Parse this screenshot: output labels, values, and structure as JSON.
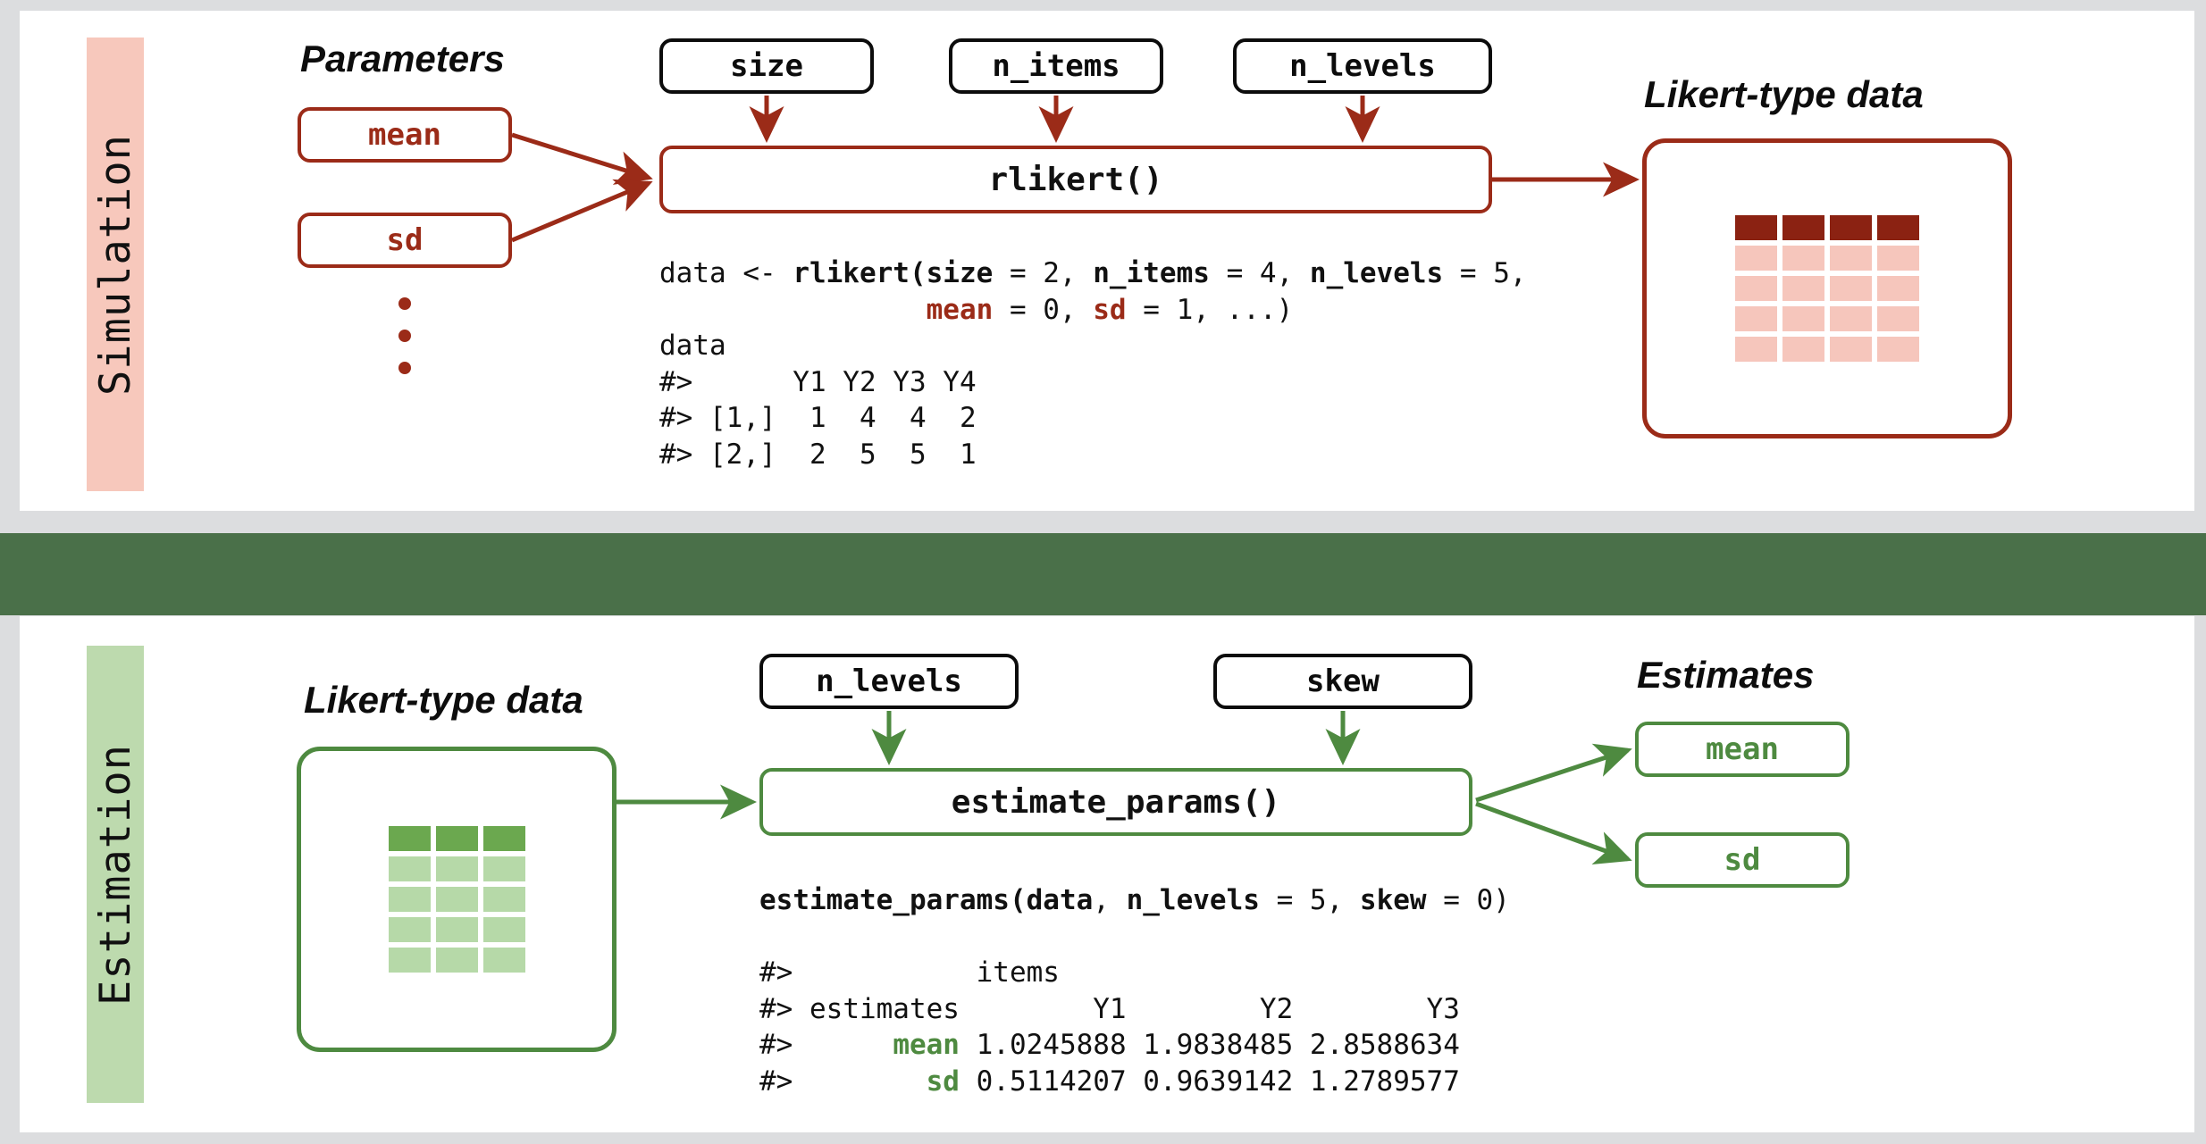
{
  "theme": {
    "page_bg": "#dcdddf",
    "panel_bg": "#ffffff",
    "band_green": "#4a7049",
    "sim_accent": "#9b2b18",
    "sim_tab_bg": "#f7c8bc",
    "sim_cell_dark": "#8b2212",
    "sim_cell_light": "#f6c6bc",
    "est_accent": "#4e8a40",
    "est_tab_bg": "#bddaae",
    "est_cell_dark": "#6ba84f",
    "est_cell_light": "#b6d9a8",
    "box_black": "#0c0c0c"
  },
  "simulation": {
    "tab_label": "Simulation",
    "parameters_heading": "Parameters",
    "param_boxes": [
      {
        "label": "mean"
      },
      {
        "label": "sd"
      }
    ],
    "ellipsis_dots": 3,
    "argument_boxes": [
      {
        "label": "size"
      },
      {
        "label": "n_items"
      },
      {
        "label": "n_levels"
      }
    ],
    "function_box": {
      "label": "rlikert()"
    },
    "output_heading": "Likert-type data",
    "grid": {
      "columns": 4,
      "rows": 5,
      "header_row": 1
    },
    "code": {
      "line1_pre": "data <- ",
      "line1_fn": "rlikert(",
      "line1_arg1": "size",
      "line1_val1": " = 2, ",
      "line1_arg2": "n_items",
      "line1_val2": " = 4, ",
      "line1_arg3": "n_levels",
      "line1_val3": " = 5,",
      "line2_indent": "                ",
      "line2_arg1": "mean",
      "line2_val1": " = 0, ",
      "line2_arg2": "sd",
      "line2_val2": " = 1, ...)",
      "line3": "data",
      "line4": "#>      Y1 Y2 Y3 Y4",
      "line5": "#> [1,]  1  4  4  2",
      "line6": "#> [2,]  2  5  5  1"
    },
    "output_table": {
      "columns": [
        "Y1",
        "Y2",
        "Y3",
        "Y4"
      ],
      "rows": [
        {
          "name": "[1,]",
          "values": [
            1,
            4,
            4,
            2
          ]
        },
        {
          "name": "[2,]",
          "values": [
            2,
            5,
            5,
            1
          ]
        }
      ]
    }
  },
  "estimation": {
    "tab_label": "Estimation",
    "input_heading": "Likert-type data",
    "grid": {
      "columns": 3,
      "rows": 5,
      "header_row": 1
    },
    "argument_boxes": [
      {
        "label": "n_levels"
      },
      {
        "label": "skew"
      }
    ],
    "function_box": {
      "label": "estimate_params()"
    },
    "estimates_heading": "Estimates",
    "estimate_boxes": [
      {
        "label": "mean"
      },
      {
        "label": "sd"
      }
    ],
    "code": {
      "call_fn": "estimate_params(",
      "call_arg_data": "data",
      "call_mid": ", ",
      "call_arg1": "n_levels",
      "call_val1": " = 5, ",
      "call_arg2": "skew",
      "call_val2": " = 0)",
      "line_items": "#>           items",
      "line_header": "#> estimates        Y1        Y2        Y3",
      "line_mean_pre": "#>      ",
      "line_mean_kw": "mean",
      "line_mean_vals": " 1.0245888 1.9838485 2.8588634",
      "line_sd_pre": "#>        ",
      "line_sd_kw": "sd",
      "line_sd_vals": " 0.5114207 0.9639142 1.2789577"
    },
    "output_table": {
      "group_label": "items",
      "row_label": "estimates",
      "columns": [
        "Y1",
        "Y2",
        "Y3"
      ],
      "rows": [
        {
          "name": "mean",
          "values": [
            "1.0245888",
            "1.9838485",
            "2.8588634"
          ]
        },
        {
          "name": "sd",
          "values": [
            "0.5114207",
            "0.9639142",
            "1.2789577"
          ]
        }
      ]
    }
  }
}
